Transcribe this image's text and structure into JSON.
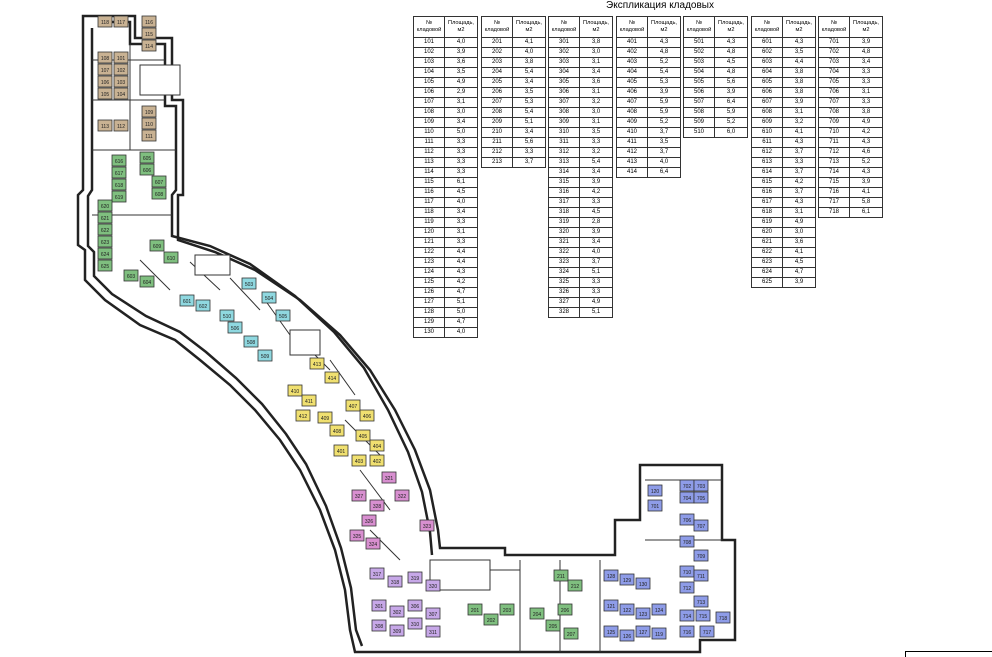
{
  "title": "Экспликация кладовых",
  "table_header": {
    "num": "№ кладовой",
    "area": "Площадь, м2"
  },
  "colors": {
    "floor1": "#c9b293",
    "floor2": "#7fbf7f",
    "floor3": "#8fd8e0",
    "floor4": "#f0e070",
    "floor5": "#d88fd0",
    "floor6": "#c7a8e8",
    "floor7": "#8e9ce8",
    "wall": "#222222"
  },
  "tables": [
    {
      "rows": [
        [
          "101",
          "4,0"
        ],
        [
          "102",
          "3,9"
        ],
        [
          "103",
          "3,6"
        ],
        [
          "104",
          "3,5"
        ],
        [
          "105",
          "4,9"
        ],
        [
          "106",
          "2,9"
        ],
        [
          "107",
          "3,1"
        ],
        [
          "108",
          "3,0"
        ],
        [
          "109",
          "3,4"
        ],
        [
          "110",
          "5,0"
        ],
        [
          "111",
          "3,3"
        ],
        [
          "112",
          "3,3"
        ],
        [
          "113",
          "3,3"
        ],
        [
          "114",
          "3,3"
        ],
        [
          "115",
          "6,1"
        ],
        [
          "116",
          "4,5"
        ],
        [
          "117",
          "4,0"
        ],
        [
          "118",
          "3,4"
        ],
        [
          "119",
          "3,3"
        ],
        [
          "120",
          "3,1"
        ],
        [
          "121",
          "3,3"
        ],
        [
          "122",
          "4,4"
        ],
        [
          "123",
          "4,4"
        ],
        [
          "124",
          "4,3"
        ],
        [
          "125",
          "4,2"
        ],
        [
          "126",
          "4,7"
        ],
        [
          "127",
          "5,1"
        ],
        [
          "128",
          "5,0"
        ],
        [
          "129",
          "4,7"
        ],
        [
          "130",
          "4,0"
        ]
      ]
    },
    {
      "rows": [
        [
          "201",
          "4,1"
        ],
        [
          "202",
          "4,0"
        ],
        [
          "203",
          "3,8"
        ],
        [
          "204",
          "5,4"
        ],
        [
          "205",
          "3,4"
        ],
        [
          "206",
          "3,5"
        ],
        [
          "207",
          "5,3"
        ],
        [
          "208",
          "5,4"
        ],
        [
          "209",
          "5,1"
        ],
        [
          "210",
          "3,4"
        ],
        [
          "211",
          "5,6"
        ],
        [
          "212",
          "3,3"
        ],
        [
          "213",
          "3,7"
        ]
      ]
    },
    {
      "rows": [
        [
          "301",
          "3,8"
        ],
        [
          "302",
          "3,0"
        ],
        [
          "303",
          "3,1"
        ],
        [
          "304",
          "3,4"
        ],
        [
          "305",
          "3,6"
        ],
        [
          "306",
          "3,1"
        ],
        [
          "307",
          "3,2"
        ],
        [
          "308",
          "3,0"
        ],
        [
          "309",
          "3,1"
        ],
        [
          "310",
          "3,5"
        ],
        [
          "311",
          "3,3"
        ],
        [
          "312",
          "3,2"
        ],
        [
          "313",
          "5,4"
        ],
        [
          "314",
          "3,4"
        ],
        [
          "315",
          "3,9"
        ],
        [
          "316",
          "4,2"
        ],
        [
          "317",
          "3,3"
        ],
        [
          "318",
          "4,5"
        ],
        [
          "319",
          "2,8"
        ],
        [
          "320",
          "3,9"
        ],
        [
          "321",
          "3,4"
        ],
        [
          "322",
          "4,0"
        ],
        [
          "323",
          "3,7"
        ],
        [
          "324",
          "5,1"
        ],
        [
          "325",
          "3,3"
        ],
        [
          "326",
          "3,3"
        ],
        [
          "327",
          "4,9"
        ],
        [
          "328",
          "5,1"
        ]
      ]
    },
    {
      "rows": [
        [
          "401",
          "4,3"
        ],
        [
          "402",
          "4,8"
        ],
        [
          "403",
          "5,2"
        ],
        [
          "404",
          "5,4"
        ],
        [
          "405",
          "5,3"
        ],
        [
          "406",
          "3,9"
        ],
        [
          "407",
          "5,9"
        ],
        [
          "408",
          "5,9"
        ],
        [
          "409",
          "5,2"
        ],
        [
          "410",
          "3,7"
        ],
        [
          "411",
          "3,5"
        ],
        [
          "412",
          "3,7"
        ],
        [
          "413",
          "4,0"
        ],
        [
          "414",
          "6,4"
        ]
      ]
    },
    {
      "rows": [
        [
          "501",
          "4,3"
        ],
        [
          "502",
          "4,8"
        ],
        [
          "503",
          "4,5"
        ],
        [
          "504",
          "4,8"
        ],
        [
          "505",
          "5,6"
        ],
        [
          "506",
          "3,9"
        ],
        [
          "507",
          "6,4"
        ],
        [
          "508",
          "5,9"
        ],
        [
          "509",
          "5,2"
        ],
        [
          "510",
          "6,0"
        ]
      ]
    },
    {
      "rows": [
        [
          "601",
          "4,3"
        ],
        [
          "602",
          "3,5"
        ],
        [
          "603",
          "4,4"
        ],
        [
          "604",
          "3,8"
        ],
        [
          "605",
          "3,8"
        ],
        [
          "606",
          "3,8"
        ],
        [
          "607",
          "3,9"
        ],
        [
          "608",
          "3,1"
        ],
        [
          "609",
          "3,2"
        ],
        [
          "610",
          "4,1"
        ],
        [
          "611",
          "4,3"
        ],
        [
          "612",
          "3,7"
        ],
        [
          "613",
          "3,3"
        ],
        [
          "614",
          "3,7"
        ],
        [
          "615",
          "4,2"
        ],
        [
          "616",
          "3,7"
        ],
        [
          "617",
          "4,3"
        ],
        [
          "618",
          "3,1"
        ],
        [
          "619",
          "4,9"
        ],
        [
          "620",
          "3,0"
        ],
        [
          "621",
          "3,6"
        ],
        [
          "622",
          "4,1"
        ],
        [
          "623",
          "4,5"
        ],
        [
          "624",
          "4,7"
        ],
        [
          "625",
          "3,9"
        ]
      ]
    },
    {
      "rows": [
        [
          "701",
          "3,9"
        ],
        [
          "702",
          "4,8"
        ],
        [
          "703",
          "3,4"
        ],
        [
          "704",
          "3,3"
        ],
        [
          "705",
          "3,3"
        ],
        [
          "706",
          "3,1"
        ],
        [
          "707",
          "3,3"
        ],
        [
          "708",
          "3,8"
        ],
        [
          "709",
          "4,9"
        ],
        [
          "710",
          "4,2"
        ],
        [
          "711",
          "4,3"
        ],
        [
          "712",
          "4,6"
        ],
        [
          "713",
          "5,2"
        ],
        [
          "714",
          "4,3"
        ],
        [
          "715",
          "3,9"
        ],
        [
          "716",
          "4,1"
        ],
        [
          "717",
          "5,8"
        ],
        [
          "718",
          "6,1"
        ]
      ]
    }
  ],
  "rooms": [
    {
      "label": "118",
      "zone": "floor1"
    },
    {
      "label": "117",
      "zone": "floor1"
    },
    {
      "label": "116",
      "zone": "floor1"
    },
    {
      "label": "115",
      "zone": "floor1"
    },
    {
      "label": "114",
      "zone": "floor1"
    },
    {
      "label": "108",
      "zone": "floor1"
    },
    {
      "label": "101",
      "zone": "floor1"
    },
    {
      "label": "107",
      "zone": "floor1"
    },
    {
      "label": "102",
      "zone": "floor1"
    },
    {
      "label": "106",
      "zone": "floor1"
    },
    {
      "label": "103",
      "zone": "floor1"
    },
    {
      "label": "105",
      "zone": "floor1"
    },
    {
      "label": "104",
      "zone": "floor1"
    },
    {
      "label": "113",
      "zone": "floor1"
    },
    {
      "label": "112",
      "zone": "floor1"
    },
    {
      "label": "109",
      "zone": "floor1"
    },
    {
      "label": "110",
      "zone": "floor1"
    },
    {
      "label": "111",
      "zone": "floor1"
    },
    {
      "label": "616",
      "zone": "floor2"
    },
    {
      "label": "617",
      "zone": "floor2"
    },
    {
      "label": "618",
      "zone": "floor2"
    },
    {
      "label": "619",
      "zone": "floor2"
    },
    {
      "label": "620",
      "zone": "floor2"
    },
    {
      "label": "621",
      "zone": "floor2"
    },
    {
      "label": "622",
      "zone": "floor2"
    },
    {
      "label": "623",
      "zone": "floor2"
    },
    {
      "label": "624",
      "zone": "floor2"
    },
    {
      "label": "625",
      "zone": "floor2"
    },
    {
      "label": "605",
      "zone": "floor2"
    },
    {
      "label": "606",
      "zone": "floor2"
    },
    {
      "label": "607",
      "zone": "floor2"
    },
    {
      "label": "608",
      "zone": "floor2"
    },
    {
      "label": "603",
      "zone": "floor2"
    },
    {
      "label": "604",
      "zone": "floor2"
    },
    {
      "label": "609",
      "zone": "floor2"
    },
    {
      "label": "610",
      "zone": "floor2"
    },
    {
      "label": "601",
      "zone": "floor3"
    },
    {
      "label": "602",
      "zone": "floor3"
    },
    {
      "label": "503",
      "zone": "floor3"
    },
    {
      "label": "504",
      "zone": "floor3"
    },
    {
      "label": "505",
      "zone": "floor3"
    },
    {
      "label": "506",
      "zone": "floor3"
    },
    {
      "label": "508",
      "zone": "floor3"
    },
    {
      "label": "509",
      "zone": "floor3"
    },
    {
      "label": "510",
      "zone": "floor3"
    },
    {
      "label": "413",
      "zone": "floor4"
    },
    {
      "label": "414",
      "zone": "floor4"
    },
    {
      "label": "410",
      "zone": "floor4"
    },
    {
      "label": "411",
      "zone": "floor4"
    },
    {
      "label": "412",
      "zone": "floor4"
    },
    {
      "label": "409",
      "zone": "floor4"
    },
    {
      "label": "408",
      "zone": "floor4"
    },
    {
      "label": "407",
      "zone": "floor4"
    },
    {
      "label": "406",
      "zone": "floor4"
    },
    {
      "label": "405",
      "zone": "floor4"
    },
    {
      "label": "404",
      "zone": "floor4"
    },
    {
      "label": "403",
      "zone": "floor4"
    },
    {
      "label": "402",
      "zone": "floor4"
    },
    {
      "label": "401",
      "zone": "floor4"
    },
    {
      "label": "327",
      "zone": "floor5"
    },
    {
      "label": "328",
      "zone": "floor5"
    },
    {
      "label": "326",
      "zone": "floor5"
    },
    {
      "label": "325",
      "zone": "floor5"
    },
    {
      "label": "324",
      "zone": "floor5"
    },
    {
      "label": "321",
      "zone": "floor5"
    },
    {
      "label": "322",
      "zone": "floor5"
    },
    {
      "label": "323",
      "zone": "floor5"
    },
    {
      "label": "317",
      "zone": "floor6"
    },
    {
      "label": "318",
      "zone": "floor6"
    },
    {
      "label": "319",
      "zone": "floor6"
    },
    {
      "label": "320",
      "zone": "floor6"
    },
    {
      "label": "301",
      "zone": "floor6"
    },
    {
      "label": "302",
      "zone": "floor6"
    },
    {
      "label": "306",
      "zone": "floor6"
    },
    {
      "label": "307",
      "zone": "floor6"
    },
    {
      "label": "308",
      "zone": "floor6"
    },
    {
      "label": "309",
      "zone": "floor6"
    },
    {
      "label": "310",
      "zone": "floor6"
    },
    {
      "label": "311",
      "zone": "floor6"
    },
    {
      "label": "211",
      "zone": "floor2"
    },
    {
      "label": "212",
      "zone": "floor2"
    },
    {
      "label": "201",
      "zone": "floor2"
    },
    {
      "label": "202",
      "zone": "floor2"
    },
    {
      "label": "203",
      "zone": "floor2"
    },
    {
      "label": "204",
      "zone": "floor2"
    },
    {
      "label": "205",
      "zone": "floor2"
    },
    {
      "label": "206",
      "zone": "floor2"
    },
    {
      "label": "207",
      "zone": "floor2"
    },
    {
      "label": "128",
      "zone": "floor7"
    },
    {
      "label": "129",
      "zone": "floor7"
    },
    {
      "label": "130",
      "zone": "floor7"
    },
    {
      "label": "121",
      "zone": "floor7"
    },
    {
      "label": "122",
      "zone": "floor7"
    },
    {
      "label": "123",
      "zone": "floor7"
    },
    {
      "label": "124",
      "zone": "floor7"
    },
    {
      "label": "125",
      "zone": "floor7"
    },
    {
      "label": "126",
      "zone": "floor7"
    },
    {
      "label": "127",
      "zone": "floor7"
    },
    {
      "label": "119",
      "zone": "floor7"
    },
    {
      "label": "120",
      "zone": "floor7"
    },
    {
      "label": "701",
      "zone": "floor7"
    },
    {
      "label": "702",
      "zone": "floor7"
    },
    {
      "label": "703",
      "zone": "floor7"
    },
    {
      "label": "704",
      "zone": "floor7"
    },
    {
      "label": "705",
      "zone": "floor7"
    },
    {
      "label": "706",
      "zone": "floor7"
    },
    {
      "label": "707",
      "zone": "floor7"
    },
    {
      "label": "708",
      "zone": "floor7"
    },
    {
      "label": "709",
      "zone": "floor7"
    },
    {
      "label": "710",
      "zone": "floor7"
    },
    {
      "label": "711",
      "zone": "floor7"
    },
    {
      "label": "712",
      "zone": "floor7"
    },
    {
      "label": "713",
      "zone": "floor7"
    },
    {
      "label": "714",
      "zone": "floor7"
    },
    {
      "label": "715",
      "zone": "floor7"
    },
    {
      "label": "716",
      "zone": "floor7"
    },
    {
      "label": "717",
      "zone": "floor7"
    },
    {
      "label": "718",
      "zone": "floor7"
    }
  ]
}
